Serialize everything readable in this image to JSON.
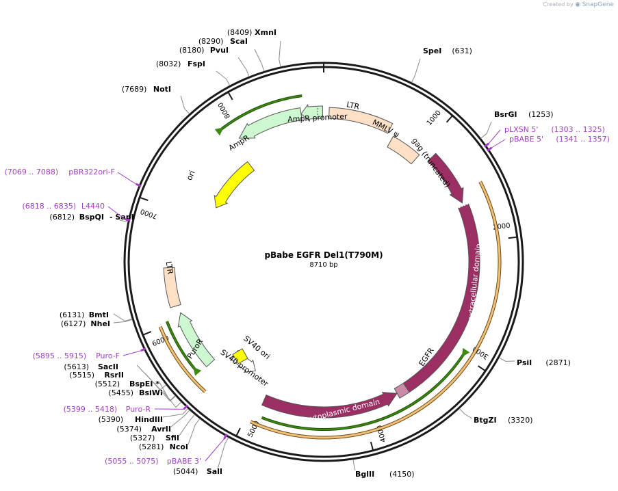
{
  "credit": {
    "prefix": "Created by",
    "brand": "SnapGene"
  },
  "plasmid": {
    "name": "pBabe EGFR Del1(T790M)",
    "length_label": "8710 bp",
    "length": 8710
  },
  "ticks": [
    {
      "bp": 1000,
      "label": "1000"
    },
    {
      "bp": 2000,
      "label": "2000"
    },
    {
      "bp": 3000,
      "label": "3000"
    },
    {
      "bp": 4000,
      "label": "4000"
    },
    {
      "bp": 5000,
      "label": "5000"
    },
    {
      "bp": 6000,
      "label": "6000"
    },
    {
      "bp": 7000,
      "label": "7000"
    },
    {
      "bp": 8000,
      "label": "8000"
    }
  ],
  "sites": [
    {
      "id": "xmni",
      "name": "XmnI",
      "pos": "(8409)",
      "bp": 8409,
      "side": "left",
      "order": "pos-first"
    },
    {
      "id": "scai",
      "name": "ScaI",
      "pos": "(8290)",
      "bp": 8290,
      "side": "left",
      "order": "pos-first"
    },
    {
      "id": "pvui",
      "name": "PvuI",
      "pos": "(8180)",
      "bp": 8180,
      "side": "left",
      "order": "pos-first"
    },
    {
      "id": "fspi",
      "name": "FspI",
      "pos": "(8032)",
      "bp": 8032,
      "side": "left",
      "order": "pos-first"
    },
    {
      "id": "noti",
      "name": "NotI",
      "pos": "(7689)",
      "bp": 7689,
      "side": "left",
      "order": "pos-first"
    },
    {
      "id": "spei",
      "name": "SpeI",
      "pos": "(631)",
      "bp": 631,
      "side": "right",
      "order": "name-first"
    },
    {
      "id": "bsrgi",
      "name": "BsrGI",
      "pos": "(1253)",
      "bp": 1253,
      "side": "right",
      "order": "name-first"
    },
    {
      "id": "psii",
      "name": "PsiI",
      "pos": "(2871)",
      "bp": 2871,
      "side": "right",
      "order": "name-first"
    },
    {
      "id": "btgzi",
      "name": "BtgZI",
      "pos": "(3320)",
      "bp": 3320,
      "side": "right",
      "order": "name-first"
    },
    {
      "id": "bglii",
      "name": "BglII",
      "pos": "(4150)",
      "bp": 4150,
      "side": "right",
      "order": "name-first"
    },
    {
      "id": "sali",
      "name": "SalI",
      "pos": "(5044)",
      "bp": 5044,
      "side": "left",
      "order": "pos-first"
    },
    {
      "id": "ncoi",
      "name": "NcoI",
      "pos": "(5281)",
      "bp": 5281,
      "side": "left",
      "order": "pos-first"
    },
    {
      "id": "sfii",
      "name": "SfiI",
      "pos": "(5327)",
      "bp": 5327,
      "side": "left",
      "order": "pos-first"
    },
    {
      "id": "avrii",
      "name": "AvrII",
      "pos": "(5374)",
      "bp": 5374,
      "side": "left",
      "order": "pos-first"
    },
    {
      "id": "hindiii",
      "name": "HindIII",
      "pos": "(5390)",
      "bp": 5390,
      "side": "left",
      "order": "pos-first"
    },
    {
      "id": "bsiwi",
      "name": "BsiWI",
      "pos": "(5455)",
      "bp": 5455,
      "side": "left",
      "order": "pos-first"
    },
    {
      "id": "bspei",
      "name": "BspEI *",
      "pos": "(5512)",
      "bp": 5512,
      "side": "left",
      "order": "pos-first"
    },
    {
      "id": "rsrii",
      "name": "RsrII",
      "pos": "(5515)",
      "bp": 5515,
      "side": "left",
      "order": "pos-first"
    },
    {
      "id": "sacii",
      "name": "SacII",
      "pos": "(5613)",
      "bp": 5613,
      "side": "left",
      "order": "pos-first"
    },
    {
      "id": "nhei",
      "name": "NheI",
      "pos": "(6127)",
      "bp": 6127,
      "side": "left",
      "order": "pos-first"
    },
    {
      "id": "bmti",
      "name": "BmtI",
      "pos": "(6131)",
      "bp": 6131,
      "side": "left",
      "order": "pos-first"
    },
    {
      "id": "bspqi",
      "name": "BspQI",
      "name2": "- SapI",
      "pos": "(6812)",
      "bp": 6812,
      "side": "left",
      "order": "pos-first"
    }
  ],
  "primers": [
    {
      "id": "plxsn5",
      "name": "pLXSN 5'",
      "range": "(1303 .. 1325)",
      "bp": 1314,
      "side": "right"
    },
    {
      "id": "pbabe5",
      "name": "pBABE 5'",
      "range": "(1341 .. 1357)",
      "bp": 1349,
      "side": "right"
    },
    {
      "id": "pbr322ori",
      "name": "pBR322ori-F",
      "range": "(7069 .. 7088)",
      "bp": 7078,
      "side": "left"
    },
    {
      "id": "l4440",
      "name": "L4440",
      "range": "(6818 .. 6835)",
      "bp": 6826,
      "side": "left"
    },
    {
      "id": "purof",
      "name": "Puro-F",
      "range": "(5895 .. 5915)",
      "bp": 5905,
      "side": "left"
    },
    {
      "id": "puror",
      "name": "Puro-R",
      "range": "(5399 .. 5418)",
      "bp": 5408,
      "side": "left"
    },
    {
      "id": "pbabe3",
      "name": "pBABE 3'",
      "range": "(5055 .. 5075)",
      "bp": 5065,
      "side": "left"
    }
  ],
  "features": [
    {
      "id": "ltr1",
      "label": "LTR"
    },
    {
      "id": "ampr-promoter",
      "label": "AmpR promoter"
    },
    {
      "id": "mmlv-psi",
      "label": "MMLV ψ"
    },
    {
      "id": "gag",
      "label": "gag (truncated)"
    },
    {
      "id": "ampr",
      "label": "AmpR"
    },
    {
      "id": "ori",
      "label": "ori"
    },
    {
      "id": "egfr-extracellular",
      "label": "extracellular domain"
    },
    {
      "id": "egfr",
      "label": "EGFR"
    },
    {
      "id": "egfr-cytoplasmic",
      "label": "cytoplasmic domain"
    },
    {
      "id": "ltr2",
      "label": "LTR"
    },
    {
      "id": "puror",
      "label": "PuroR"
    },
    {
      "id": "sv40-ori",
      "label": "SV40 ori"
    },
    {
      "id": "sv40-promoter",
      "label": "SV40 promoter"
    }
  ],
  "colors": {
    "backbone": "#1a1a1a",
    "ltr": "#fde0c5",
    "ampr": "#cdf7cf",
    "ori": "#ffff00",
    "egfr": "#9b2e62",
    "sv40_promoter": "#ffffff",
    "sv40_ori": "#ffff00",
    "puror": "#cdf7cf",
    "orf_green": "#3f8a12",
    "orf_orange": "#f0c07a",
    "primer": "#a23cc8"
  }
}
